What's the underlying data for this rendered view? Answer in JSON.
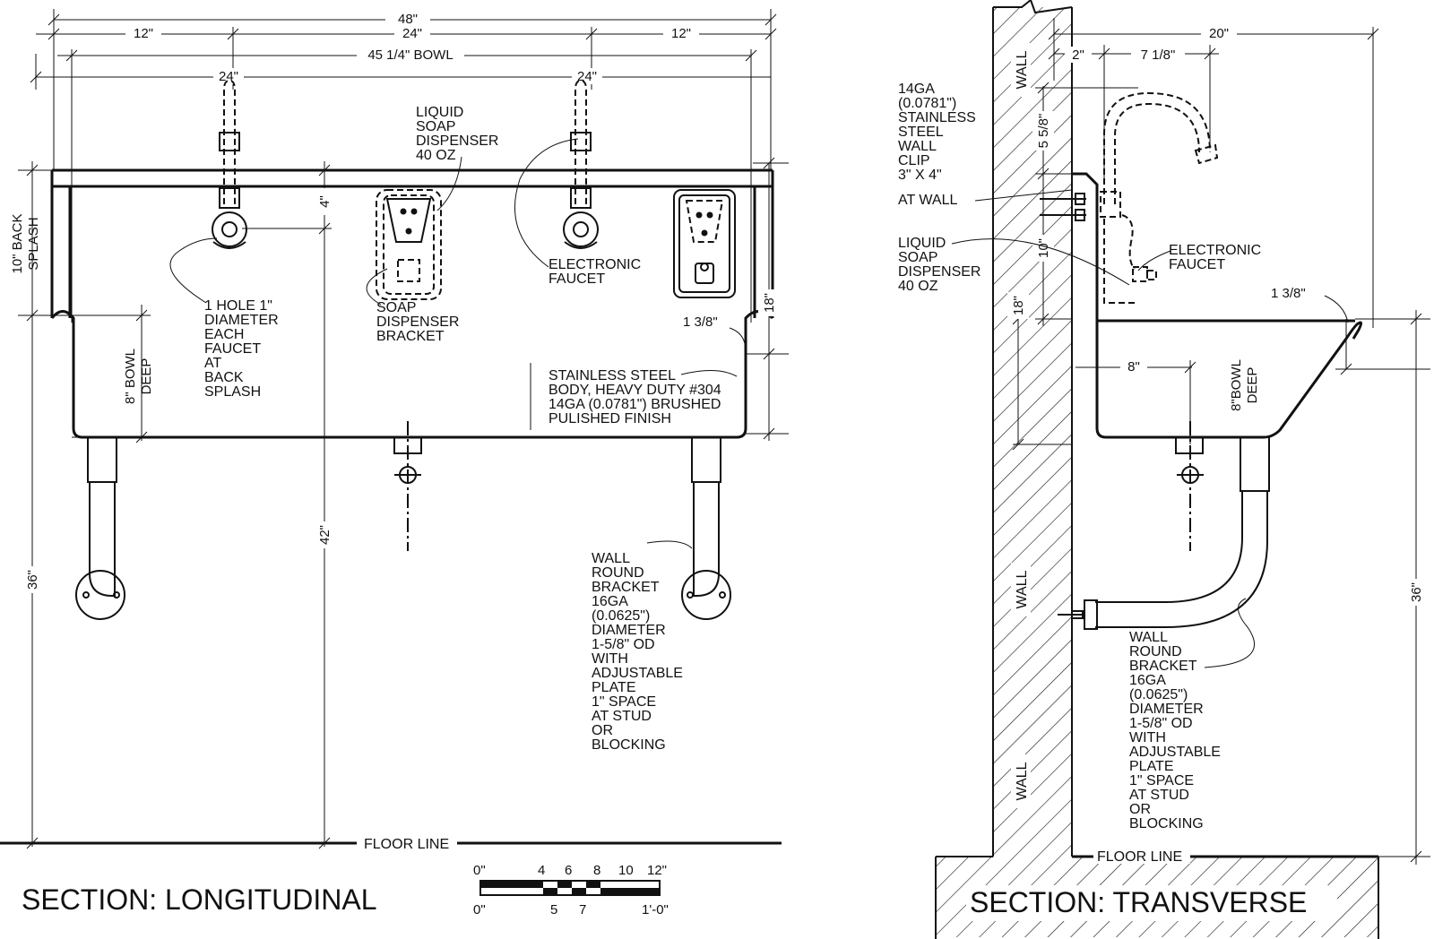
{
  "longitudinal": {
    "title": "SECTION: LONGITUDINAL",
    "dims": {
      "overall": "48\"",
      "left_seg": "12\"",
      "mid_seg": "24\"",
      "right_seg": "12\"",
      "bowl": "45 1/4\" BOWL",
      "faucet_left": "24\"",
      "faucet_right": "24\"",
      "four": "4\"",
      "back_splash": [
        "10\" BACK",
        "SPLASH"
      ],
      "eighteen": "18\"",
      "rim": "1 3/8\"",
      "bowl_deep": [
        "8\" BOWL",
        "DEEP"
      ],
      "thirty_six": "36\"",
      "forty_two": "42\""
    },
    "floor_line": "FLOOR LINE",
    "notes": {
      "soap_dispenser": [
        "LIQUID",
        "SOAP",
        "DISPENSER",
        "40 OZ"
      ],
      "soap_bracket": [
        "SOAP",
        "DISPENSER",
        "BRACKET"
      ],
      "electronic_faucet": [
        "ELECTRONIC",
        "FAUCET"
      ],
      "faucet_hole": [
        "1 HOLE 1\"",
        "DIAMETER",
        "EACH",
        "FAUCET",
        "AT",
        "BACK",
        "SPLASH"
      ],
      "body": [
        "STAINLESS STEEL",
        "BODY, HEAVY DUTY #304",
        "14GA (0.0781\") BRUSHED",
        "PULISHED FINISH"
      ],
      "wall_bracket": [
        "WALL",
        "ROUND",
        "BRACKET",
        "16GA",
        "(0.0625\")",
        "DIAMETER",
        "1-5/8\" OD",
        "WITH",
        "ADJUSTABLE",
        "PLATE",
        "1\" SPACE",
        "AT STUD",
        "OR",
        "BLOCKING"
      ]
    }
  },
  "scale_bar": {
    "top_labels": [
      "0\"",
      "4",
      "6",
      "8",
      "10",
      "12\""
    ],
    "bottom_labels": [
      "0\"",
      "5",
      "7",
      "1'-0\""
    ]
  },
  "transverse": {
    "title": "SECTION: TRANSVERSE",
    "wall_labels": [
      "WALL",
      "WALL",
      "WALL"
    ],
    "dims": {
      "twenty": "20\"",
      "two": "2\"",
      "seven": "7 1/8\"",
      "five": "5 5/8\"",
      "ten": "10\"",
      "eighteen": "18\"",
      "rim": "1 3/8\"",
      "eight": "8\"",
      "bowl_deep": [
        "8\"BOWL",
        "DEEP"
      ],
      "thirty_six": "36\""
    },
    "floor_line": "FLOOR LINE",
    "notes": {
      "wall_clip": [
        "14GA",
        "(0.0781\")",
        "STAINLESS",
        "STEEL",
        "WALL",
        "CLIP",
        "3\" X 4\"",
        "AT WALL"
      ],
      "soap_dispenser": [
        "LIQUID",
        "SOAP",
        "DISPENSER",
        "40 OZ"
      ],
      "electronic_faucet": [
        "ELECTRONIC",
        "FAUCET"
      ],
      "wall_bracket": [
        "WALL",
        "ROUND",
        "BRACKET",
        "16GA",
        "(0.0625\")",
        "DIAMETER",
        "1-5/8\" OD",
        "WITH",
        "ADJUSTABLE",
        "PLATE",
        "1\" SPACE",
        "AT STUD",
        "OR",
        "BLOCKING"
      ]
    }
  }
}
